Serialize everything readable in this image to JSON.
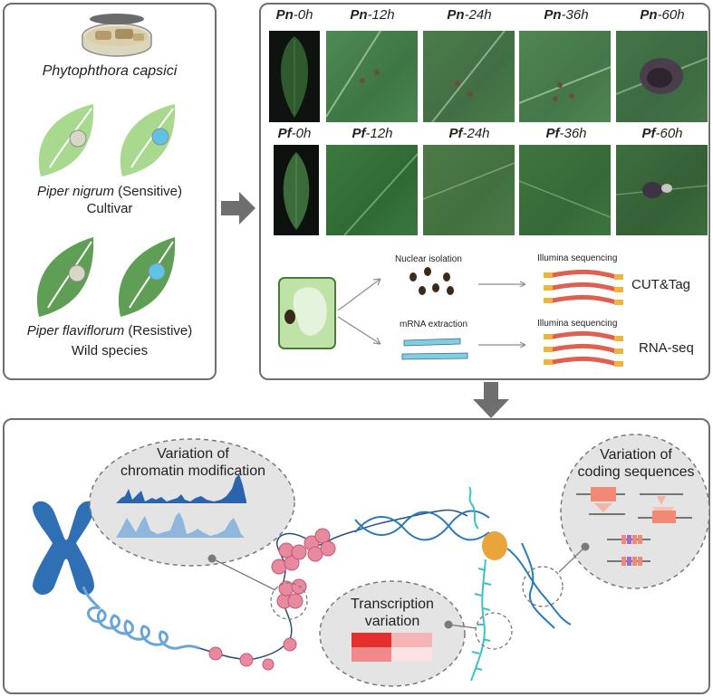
{
  "left_panel": {
    "pathogen_label": "Phytophthora capsici",
    "sensitive_label_italic": "Piper nigrum",
    "sensitive_label_rest": " (Sensitive)",
    "cultivar_label": "Cultivar",
    "resistive_label_italic": "Piper flaviflorum",
    "resistive_label_rest": " (Resistive)",
    "wild_label": "Wild species"
  },
  "photo_grid": {
    "pn_row": [
      {
        "abbr": "Pn",
        "time": "-0h"
      },
      {
        "abbr": "Pn",
        "time": "-12h"
      },
      {
        "abbr": "Pn",
        "time": "-24h"
      },
      {
        "abbr": "Pn",
        "time": "-36h"
      },
      {
        "abbr": "Pn",
        "time": "-60h"
      }
    ],
    "pf_row": [
      {
        "abbr": "Pf",
        "time": "-0h"
      },
      {
        "abbr": "Pf",
        "time": "-12h"
      },
      {
        "abbr": "Pf",
        "time": "-24h"
      },
      {
        "abbr": "Pf",
        "time": "-36h"
      },
      {
        "abbr": "Pf",
        "time": "-60h"
      }
    ]
  },
  "workflow": {
    "nuclear_isolation": "Nuclear isolation",
    "mrna_extraction": "mRNA extraction",
    "illumina_1": "Illumina sequencing",
    "illumina_2": "Illumina sequencing",
    "cut_tag": "CUT&Tag",
    "rna_seq": "RNA-seq"
  },
  "bottom_panel": {
    "chromatin_line1": "Variation of",
    "chromatin_line2": "chromatin modification",
    "coding_line1": "Variation of",
    "coding_line2": "coding sequences",
    "transcription_line1": "Transcription",
    "transcription_line2": "variation"
  },
  "colors": {
    "leaf_light": "#a9d98f",
    "leaf_dark": "#5e9e55",
    "chromosome_blue": "#2f6fb3",
    "nucleosome_pink": "#e88a9f",
    "dna_blue": "#2a7ab8",
    "rna_teal": "#3cc5c0",
    "read_red": "#e0604f",
    "read_yellow": "#f0b43a",
    "enzyme_orange": "#e9a43a"
  }
}
